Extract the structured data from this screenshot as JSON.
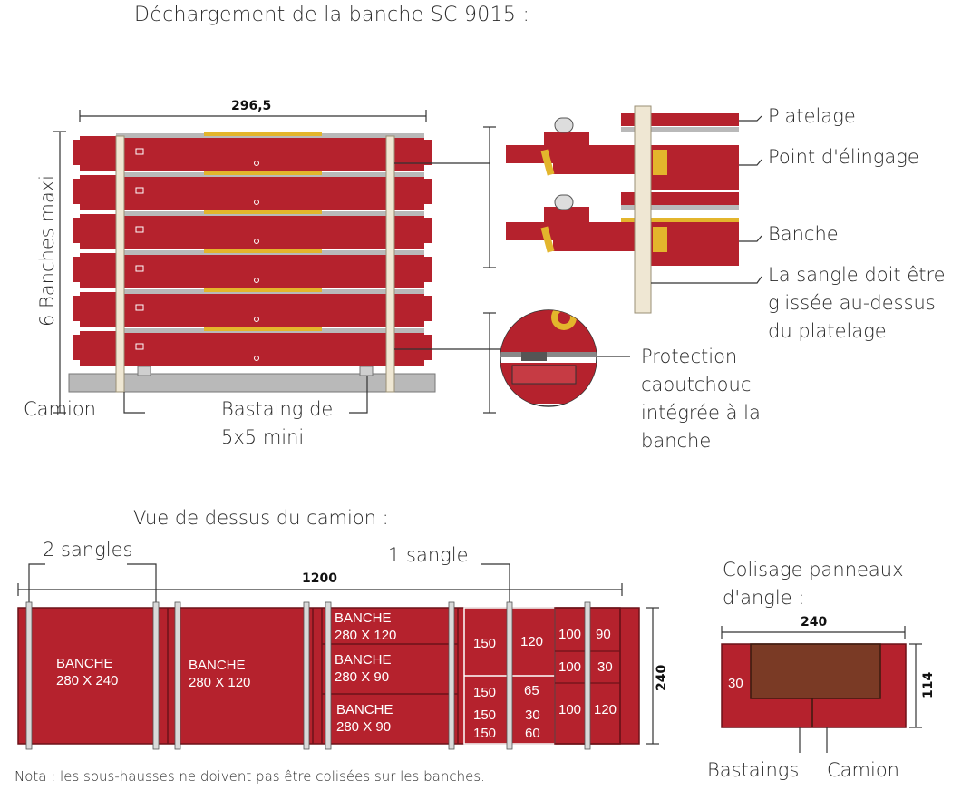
{
  "title": "Déchargement de la banche SC 9015 :",
  "side_view": {
    "width_label": "296,5",
    "height_label": "6 Banches maxi",
    "label_camion": "Camion",
    "label_bastaing_line1": "Bastaing de",
    "label_bastaing_line2": "5x5 mini"
  },
  "detail_view": {
    "label_platelage": "Platelage",
    "label_point": "Point d'élingage",
    "label_banche": "Banche",
    "label_sangle_line1": "La sangle doit être",
    "label_sangle_line2": "glissée au-dessus",
    "label_sangle_line3": "du platelage",
    "label_protection_line1": "Protection",
    "label_protection_line2": "caoutchouc",
    "label_protection_line3": "intégrée à la",
    "label_protection_line4": "banche"
  },
  "top_view": {
    "title": "Vue de dessus du camion :",
    "label_2_sangles": "2 sangles",
    "label_1_sangle": "1 sangle",
    "length_label": "1200",
    "width_label": "240",
    "blocks": {
      "b1_line1": "BANCHE",
      "b1_line2": "280 X 240",
      "b2_line1": "BANCHE",
      "b2_line2": "280 X 120",
      "b3_line1": "BANCHE",
      "b3_line2": "280 X 120",
      "b4_line1": "BANCHE",
      "b4_line2": "280 X 90",
      "b5_line1": "BANCHE",
      "b5_line2": "280 X 90"
    },
    "panels": {
      "p150a": "150",
      "p120a": "120",
      "p100a": "100",
      "p90": "90",
      "p100b": "100",
      "p30a": "30",
      "p150b": "150",
      "p65": "65",
      "p150c": "150",
      "p30b": "30",
      "p100c": "100",
      "p120b": "120",
      "p150d": "150",
      "p60": "60"
    }
  },
  "angle_view": {
    "title_line1": "Colisage panneaux",
    "title_line2": "d'angle :",
    "width_label": "240",
    "height_label": "114",
    "inner_label": "30",
    "label_bastaings": "Bastaings",
    "label_camion": "Camion"
  },
  "note": "Nota : les sous-hausses ne doivent pas être colisées sur les banches.",
  "colors": {
    "banche_red": "#b5222d",
    "yellow": "#e3b52c",
    "grey": "#b9b9b9",
    "brown": "#7a3a25",
    "post": "#efe7d3"
  }
}
